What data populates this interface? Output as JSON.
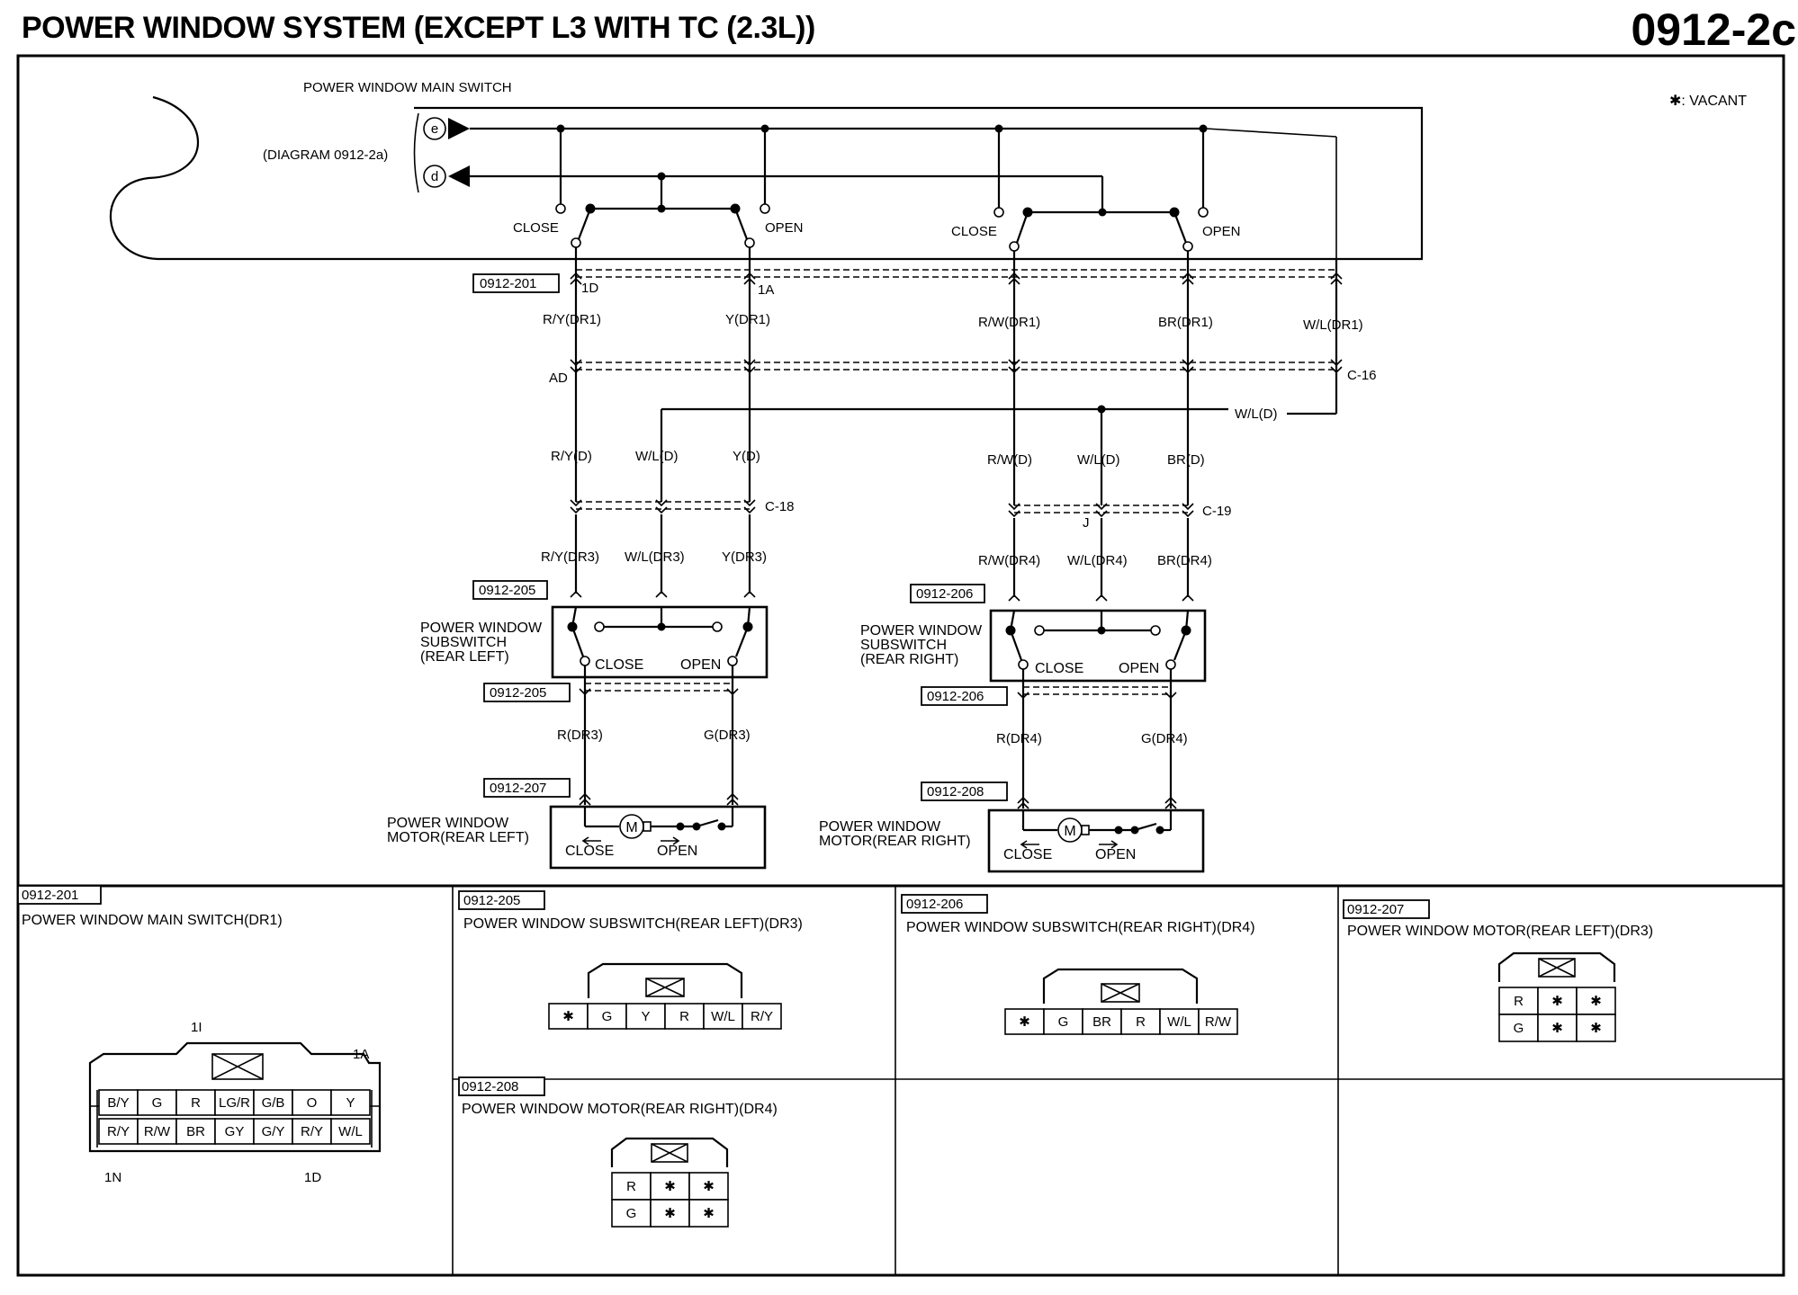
{
  "header": {
    "title": "POWER WINDOW SYSTEM (EXCEPT L3 WITH TC (2.3L))",
    "code": "0912-2c"
  },
  "legend": {
    "vacant": "✱: VACANT"
  },
  "main_switch": {
    "label": "POWER WINDOW MAIN SWITCH",
    "diagram_ref": "(DIAGRAM 0912-2a)",
    "terminal_e": "e",
    "terminal_d": "d",
    "close": "CLOSE",
    "open": "OPEN",
    "ref": "0912-201",
    "pin_1d": "1D",
    "pin_1a": "1A"
  },
  "wires": {
    "ry_dr1": "R/Y(DR1)",
    "y_dr1": "Y(DR1)",
    "rw_dr1": "R/W(DR1)",
    "br_dr1": "BR(DR1)",
    "wl_dr1": "W/L(DR1)",
    "ad": "AD",
    "c16": "C-16",
    "wl_d_top": "W/L(D)",
    "ry_d": "R/Y(D)",
    "wl_d_left": "W/L(D)",
    "y_d": "Y(D)",
    "rw_d": "R/W(D)",
    "wl_d_right": "W/L(D)",
    "br_d": "BR(D)",
    "c18": "C-18",
    "c19": "C-19",
    "j": "J",
    "ry_dr3": "R/Y(DR3)",
    "wl_dr3": "W/L(DR3)",
    "y_dr3": "Y(DR3)",
    "rw_dr4": "R/W(DR4)",
    "wl_dr4": "W/L(DR4)",
    "br_dr4": "BR(DR4)",
    "r_dr3": "R(DR3)",
    "g_dr3": "G(DR3)",
    "r_dr4": "R(DR4)",
    "g_dr4": "G(DR4)"
  },
  "subswitch_left": {
    "ref": "0912-205",
    "label": [
      "POWER WINDOW",
      "SUBSWITCH",
      "(REAR LEFT)"
    ],
    "close": "CLOSE",
    "open": "OPEN",
    "ref2": "0912-205"
  },
  "subswitch_right": {
    "ref": "0912-206",
    "label": [
      "POWER WINDOW",
      "SUBSWITCH",
      "(REAR RIGHT)"
    ],
    "close": "CLOSE",
    "open": "OPEN",
    "ref2": "0912-206"
  },
  "motor_left": {
    "ref": "0912-207",
    "label": [
      "POWER WINDOW",
      "MOTOR(REAR LEFT)"
    ],
    "m": "M",
    "close": "CLOSE",
    "open": "OPEN"
  },
  "motor_right": {
    "ref": "0912-208",
    "label": [
      "POWER WINDOW",
      "MOTOR(REAR RIGHT)"
    ],
    "m": "M",
    "close": "CLOSE",
    "open": "OPEN"
  },
  "connectors": {
    "c201": {
      "ref": "0912-201",
      "title": "POWER WINDOW MAIN SWITCH(DR1)",
      "pin_1i": "1I",
      "pin_1a": "1A",
      "pin_1n": "1N",
      "pin_1d": "1D",
      "row1": [
        "B/Y",
        "G",
        "R",
        "LG/R",
        "G/B",
        "O",
        "Y"
      ],
      "row2": [
        "R/Y",
        "R/W",
        "BR",
        "GY",
        "G/Y",
        "R/Y",
        "W/L"
      ]
    },
    "c205": {
      "ref": "0912-205",
      "title": "POWER WINDOW SUBSWITCH(REAR LEFT)(DR3)",
      "row": [
        "✱",
        "G",
        "Y",
        "R",
        "W/L",
        "R/Y"
      ]
    },
    "c206": {
      "ref": "0912-206",
      "title": "POWER WINDOW SUBSWITCH(REAR RIGHT)(DR4)",
      "row": [
        "✱",
        "G",
        "BR",
        "R",
        "W/L",
        "R/W"
      ]
    },
    "c207": {
      "ref": "0912-207",
      "title": "POWER WINDOW MOTOR(REAR LEFT)(DR3)",
      "row1": [
        "R",
        "✱",
        "✱"
      ],
      "row2": [
        "G",
        "✱",
        "✱"
      ]
    },
    "c208": {
      "ref": "0912-208",
      "title": "POWER WINDOW MOTOR(REAR RIGHT)(DR4)",
      "row1": [
        "R",
        "✱",
        "✱"
      ],
      "row2": [
        "G",
        "✱",
        "✱"
      ]
    }
  }
}
